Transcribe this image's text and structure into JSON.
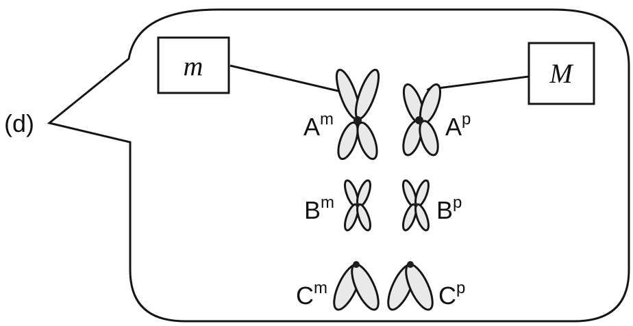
{
  "panel": {
    "label": "(d)"
  },
  "boxes": {
    "left": "m",
    "right": "M"
  },
  "chromosomes": {
    "A_maternal": {
      "base": "A",
      "sup": "m"
    },
    "A_paternal": {
      "base": "A",
      "sup": "p"
    },
    "B_maternal": {
      "base": "B",
      "sup": "m"
    },
    "B_paternal": {
      "base": "B",
      "sup": "p"
    },
    "C_maternal": {
      "base": "C",
      "sup": "m"
    },
    "C_paternal": {
      "base": "C",
      "sup": "p"
    }
  },
  "colors": {
    "stroke": "#151515",
    "fill": "#e9e9e9",
    "centromere": "#1e1e1e"
  }
}
